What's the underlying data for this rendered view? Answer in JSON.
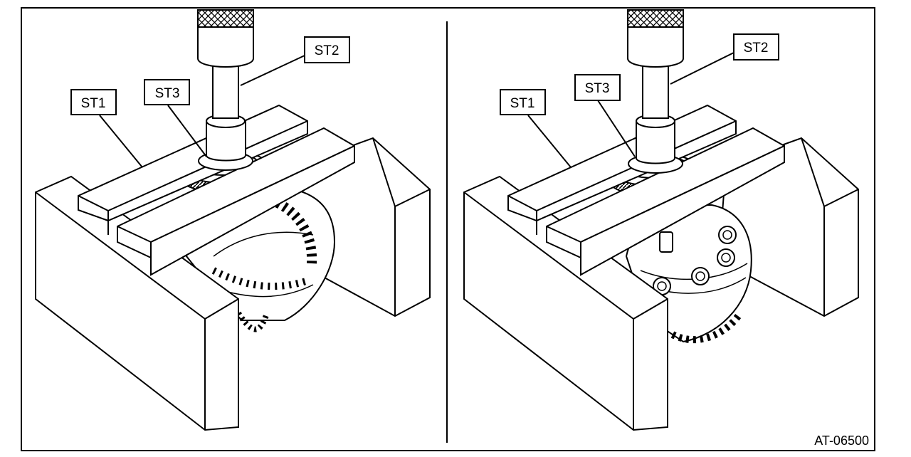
{
  "figure": {
    "id_label": "AT-06500",
    "panels": [
      {
        "name": "left",
        "labels": {
          "st1": "ST1",
          "st2": "ST2",
          "st3": "ST3"
        }
      },
      {
        "name": "right",
        "labels": {
          "st1": "ST1",
          "st2": "ST2",
          "st3": "ST3"
        }
      }
    ]
  },
  "colors": {
    "line": "#000000",
    "background": "#ffffff"
  }
}
